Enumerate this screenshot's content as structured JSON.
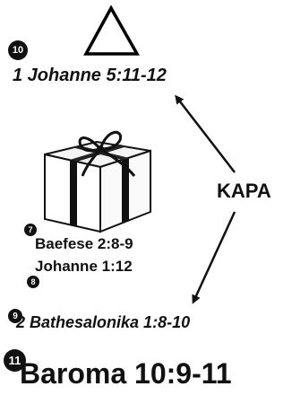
{
  "icons": {
    "triangle": "triangle-icon",
    "gift": "gift-box-icon"
  },
  "badges": {
    "b10": "10",
    "b7": "7",
    "b8": "8",
    "b9": "9",
    "b11": "11"
  },
  "verses": {
    "johanne1": "1 Johanne 5:11-12",
    "baefese": "Baefese 2:8-9",
    "johanne": "Johanne 1:12",
    "bathesalonika": "2 Bathesalonika 1:8-10",
    "baroma": "Baroma 10:9-11"
  },
  "label": {
    "kapa": "KAPA"
  }
}
